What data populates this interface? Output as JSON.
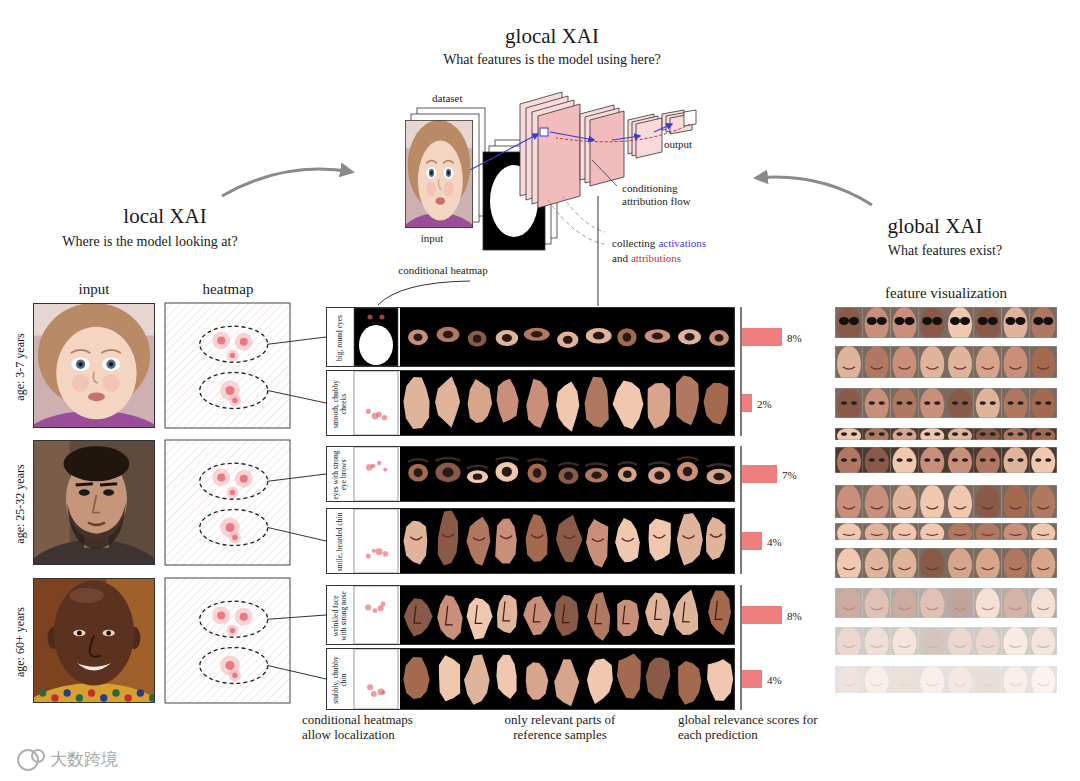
{
  "diagram": {
    "nodes": [
      {
        "text": [
          "age: 3-7 years"
        ]
      },
      {
        "text": [
          "big, round eyes",
          "8%"
        ]
      },
      {
        "text": [
          "smooth, chubby cheeks",
          "2%"
        ]
      },
      {
        "text": [
          "age: 25-32 years"
        ]
      },
      {
        "text": [
          "eyes with strong eye brows",
          "7%"
        ]
      },
      {
        "text": [
          "smile, bearded chin",
          "4%"
        ]
      },
      {
        "text": [
          "age: 60+ years"
        ]
      },
      {
        "text": [
          "wrinkled face with strong nose",
          "8%"
        ]
      },
      {
        "text": [
          "stubbly, chubby chin",
          "4%"
        ]
      }
    ],
    "labels": [
      "glocal XAI",
      "What features is the model using here?",
      "local XAI",
      "Where is the model looking at?",
      "global XAI",
      "What features exist?",
      "dataset",
      "output",
      "input",
      "conditioning attribution flow",
      "collecting",
      "activations",
      "and",
      "attributions",
      "conditional heatmap",
      "input",
      "heatmap",
      "feature visualization",
      "conditional heatmaps allow localization",
      "only relevant parts of reference samples",
      "global relevance scores for each prediction",
      "大数跨境"
    ]
  }
}
